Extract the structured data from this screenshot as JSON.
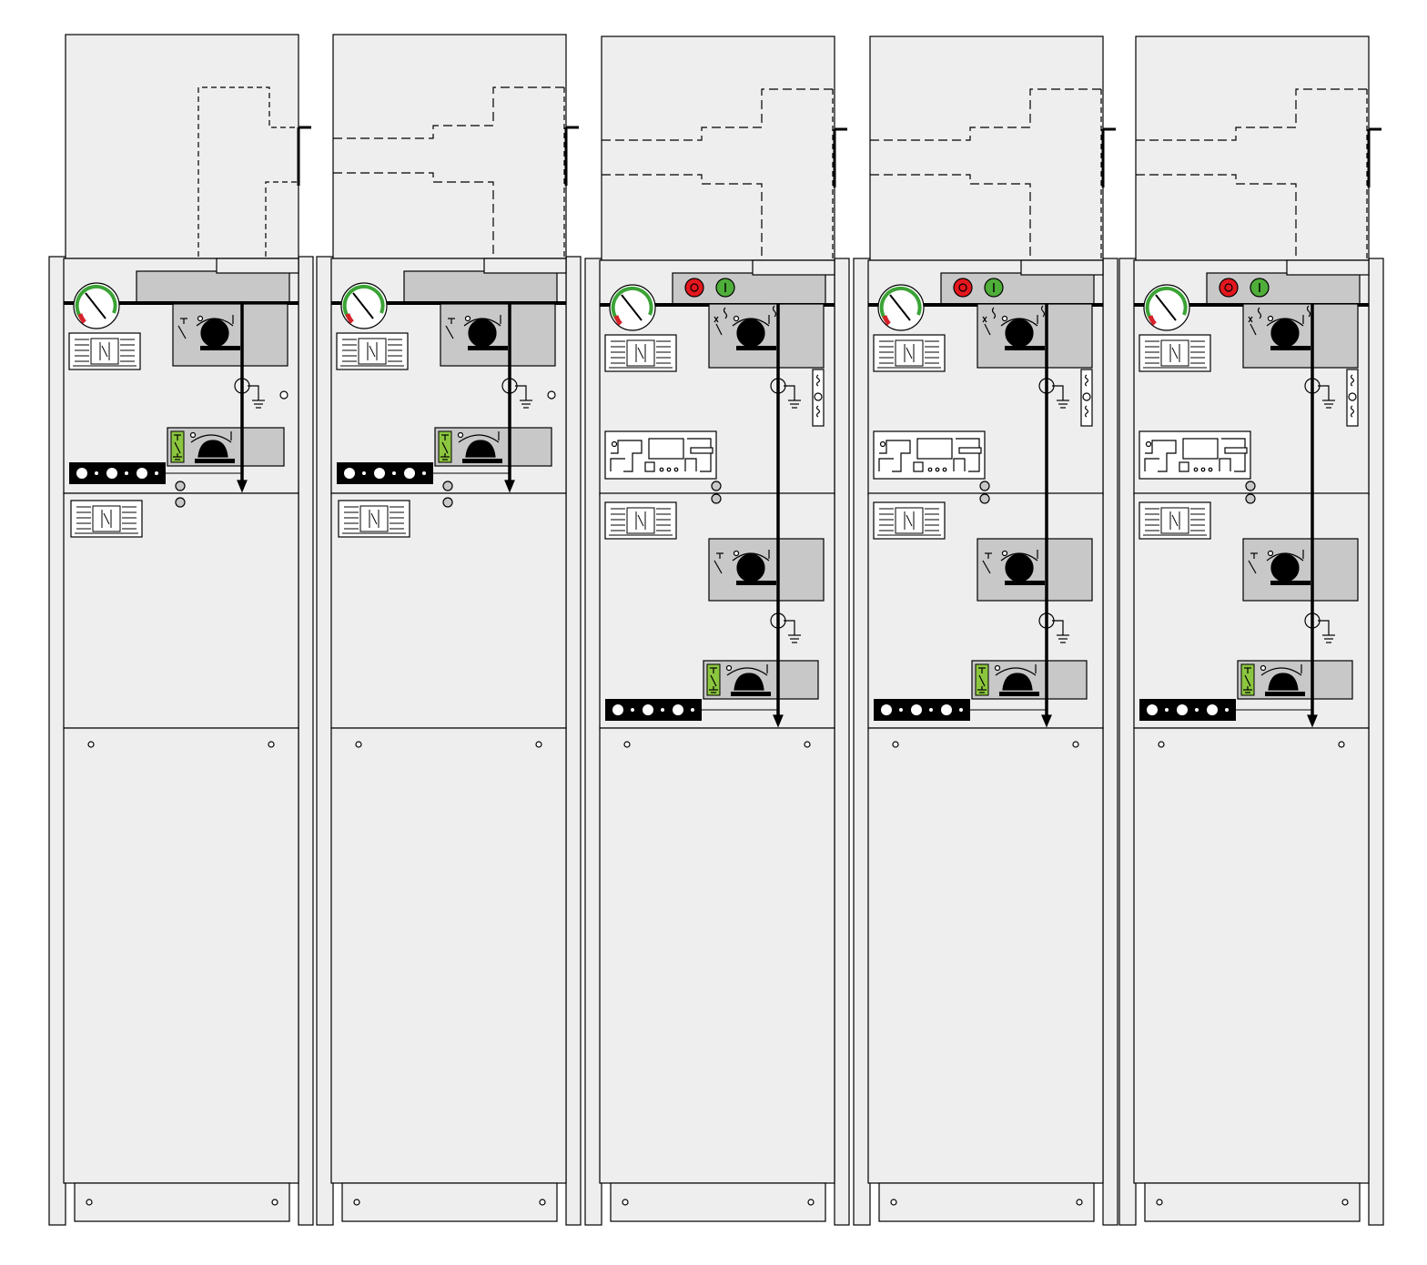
{
  "diagram": {
    "colors": {
      "panel": "#eeeeee",
      "mechanism": "#c8c8c8",
      "stroke": "#000000",
      "busbar": "#000000",
      "gauge_green": "#3aa335",
      "gauge_red": "#d6222a",
      "button_red": "#e4171e",
      "button_green": "#4fae3a",
      "indicator_green": "#8cc63f",
      "black_strip": "#000000"
    },
    "units": [
      {
        "type": "switch-disconnector",
        "has_buttons": false,
        "has_relay": false
      },
      {
        "type": "switch-disconnector",
        "has_buttons": false,
        "has_relay": false
      },
      {
        "type": "circuit-breaker",
        "has_buttons": true,
        "has_relay": true
      },
      {
        "type": "circuit-breaker",
        "has_buttons": true,
        "has_relay": true
      },
      {
        "type": "circuit-breaker",
        "has_buttons": true,
        "has_relay": true
      }
    ],
    "button_labels": {
      "close": "I"
    }
  }
}
